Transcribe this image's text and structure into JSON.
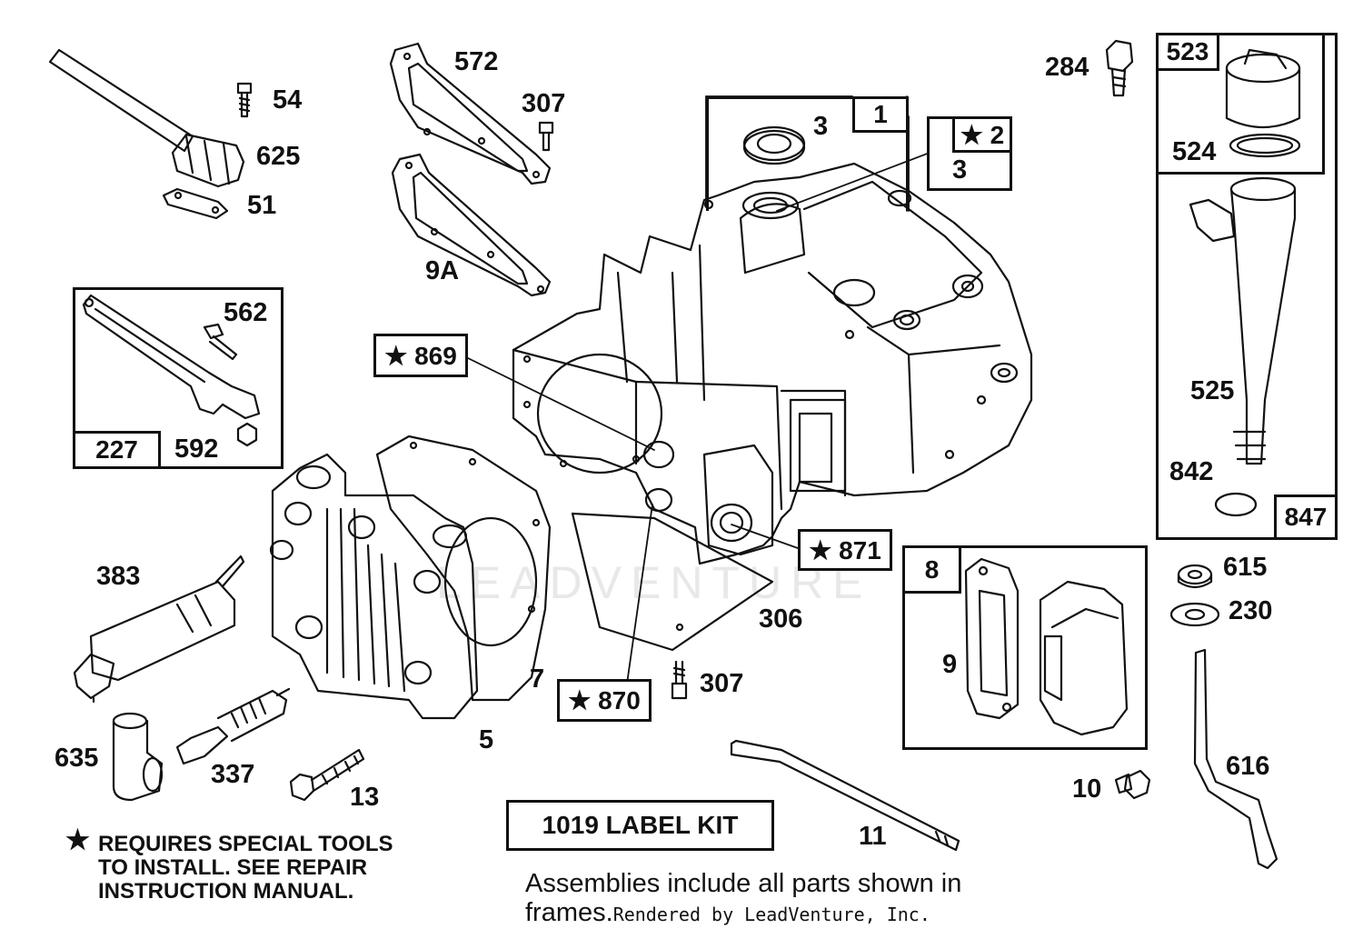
{
  "diagram": {
    "watermark": "LEADVENTURE",
    "labels": {
      "p54": "54",
      "p625": "625",
      "p51": "51",
      "p572": "572",
      "p307a": "307",
      "p9a": "9A",
      "p3": "3",
      "p284": "284",
      "p524": "524",
      "p525": "525",
      "p842": "842",
      "p562": "562",
      "p592": "592",
      "p383": "383",
      "p635": "635",
      "p337": "337",
      "p13": "13",
      "p5": "5",
      "p7": "7",
      "p307b": "307",
      "p306": "306",
      "p9": "9",
      "p615": "615",
      "p230": "230",
      "p616": "616",
      "p10": "10",
      "p11": "11"
    },
    "boxes": {
      "b1": "1",
      "b2": "★ 2",
      "b2sub": "3",
      "b523": "523",
      "b847": "847",
      "b227": "227",
      "b869": "★ 869",
      "b871": "★ 871",
      "b870": "★ 870",
      "b8": "8"
    },
    "note_lines": [
      "REQUIRES SPECIAL TOOLS",
      "TO INSTALL.  SEE REPAIR",
      "INSTRUCTION MANUAL."
    ],
    "note_star": "★",
    "label_kit": "1019 LABEL KIT",
    "assemblies_line1": "Assemblies include all parts shown in",
    "assemblies_line2": "frames.",
    "rendered_by": "Rendered by LeadVenture, Inc."
  }
}
